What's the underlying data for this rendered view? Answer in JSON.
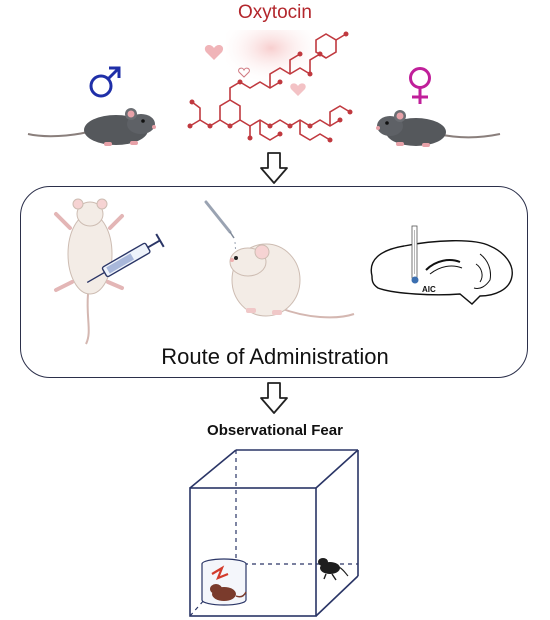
{
  "oxytocin": {
    "label": "Oxytocin"
  },
  "symbols": {
    "male": "♂",
    "female": "♀"
  },
  "routes": {
    "label": "Route of Administration",
    "brain_region": "AIC"
  },
  "observational_fear": {
    "title": "Observational Fear"
  },
  "colors": {
    "oxytocin_red": "#b3262c",
    "male_blue": "#1f2fa8",
    "female_magenta": "#c01f9a",
    "box_navy": "#2a3566",
    "mouse_gray": "#55585c",
    "lab_mouse_fill": "#f3ece6"
  },
  "icons": {
    "male_mouse": "gray-mouse-icon",
    "female_mouse": "gray-mouse-icon",
    "molecule": "oxytocin-molecule-icon",
    "injection": "syringe-injection-icon",
    "intranasal": "intranasal-dropper-icon",
    "intracerebral": "brain-cannula-icon"
  }
}
